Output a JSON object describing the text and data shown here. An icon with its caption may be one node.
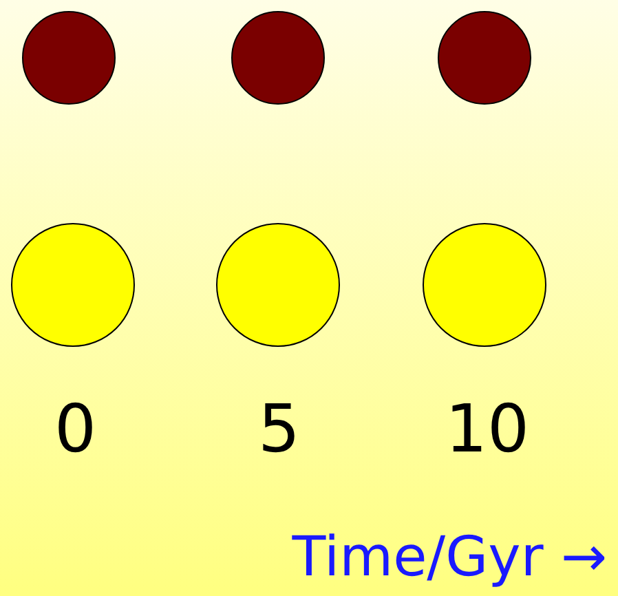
{
  "diagram": {
    "nodes": [
      {
        "text": [],
        "shape": "circle"
      },
      {
        "text": [],
        "shape": "circle"
      },
      {
        "text": [],
        "shape": "circle"
      },
      {
        "text": [],
        "shape": "circle"
      },
      {
        "text": [],
        "shape": "circle"
      },
      {
        "text": [],
        "shape": "circle"
      }
    ],
    "labels": [
      "0",
      "5",
      "10",
      "Time/Gyr →"
    ]
  }
}
